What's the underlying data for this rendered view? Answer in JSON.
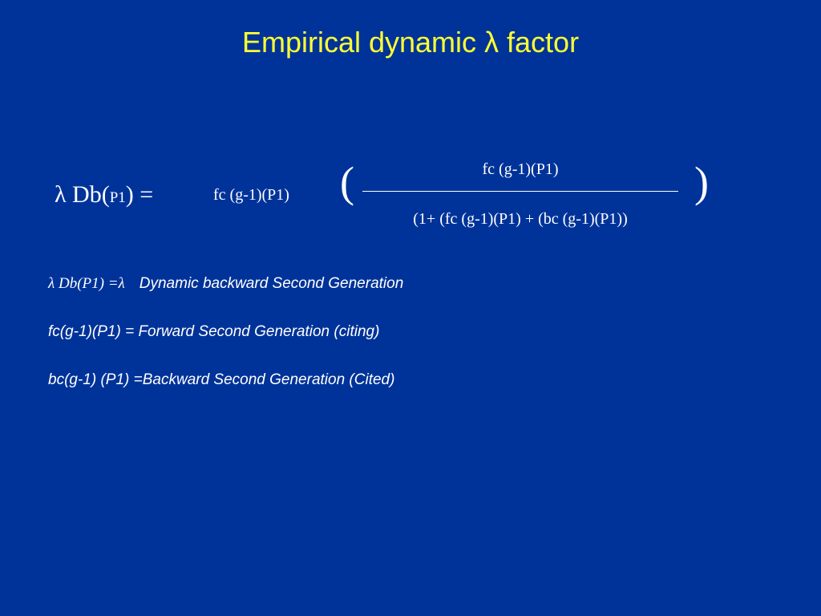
{
  "slide": {
    "title": "Empirical dynamic λ factor",
    "equation": {
      "lhs_main": "λ Db(",
      "lhs_sub": "P1",
      "lhs_end": ") =",
      "factor": "fc (g-1)(P1)",
      "paren_open": "(",
      "numerator": "fc (g-1)(P1)",
      "denominator": "(1+ (fc (g-1)(P1) + (bc (g-1)(P1))",
      "paren_close": ")"
    },
    "definitions": {
      "d1_symbol": "λ Db(P1) =λ",
      "d1_text": "Dynamic backward Second Generation",
      "d2": "fc(g-1)(P1) = Forward Second Generation (citing)",
      "d3": "bc(g-1) (P1) =Backward Second Generation (Cited)"
    },
    "colors": {
      "background": "#003399",
      "title": "#ffff33",
      "text": "#ffffff"
    }
  }
}
